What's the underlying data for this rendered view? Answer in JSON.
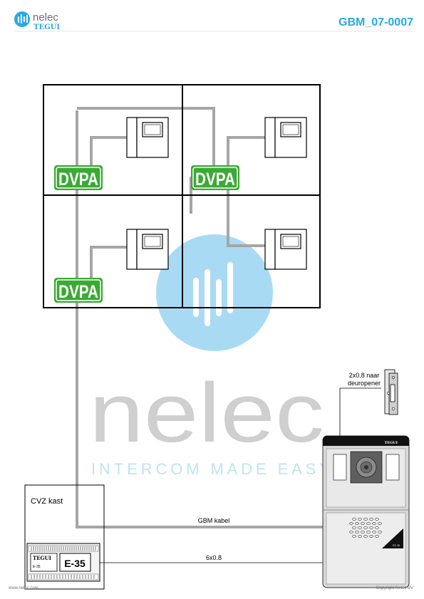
{
  "header": {
    "brand_top": "nelec",
    "brand_bottom": "TEGUI",
    "doc_code": "GBM_07-0007",
    "accent_color": "#29a9e1"
  },
  "watermark": {
    "word": "nelec",
    "tagline": "INTERCOM MADE EASY"
  },
  "panels": {
    "label": "DVPA",
    "badge_color": "#3aaa35"
  },
  "cabinet": {
    "title": "CVZ kast",
    "psu_brand": "TEGUI",
    "psu_small": "E-35",
    "psu_model": "E-35"
  },
  "cables": {
    "bus_label": "GBM kabel",
    "power_label": "6x0.8",
    "lock_label_1": "2x0.8 naar",
    "lock_label_2": "deuropener"
  },
  "door_station": {
    "brand": "TEGUI",
    "badge": "EC 20"
  },
  "footer": {
    "website": "www.nelec.com",
    "copyright": "Copyright Nelec BV"
  }
}
